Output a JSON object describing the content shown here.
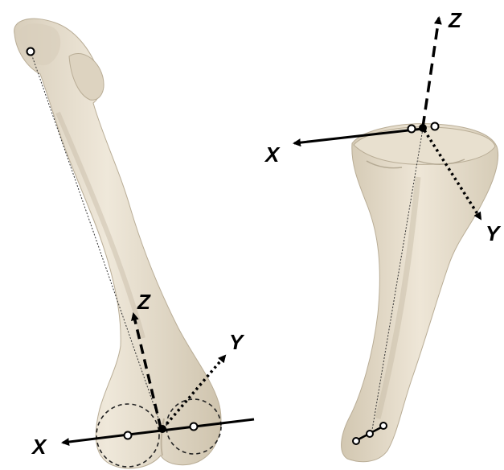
{
  "bones": [
    {
      "name": "femur",
      "axes": {
        "x_label": "X",
        "y_label": "Y",
        "z_label": "Z"
      }
    },
    {
      "name": "tibia",
      "axes": {
        "x_label": "X",
        "y_label": "Y",
        "z_label": "Z"
      }
    }
  ],
  "colors": {
    "bone_fill": "#e9e1d1",
    "bone_shadow": "#c8bda8",
    "bone_dark": "#a89c86",
    "axis": "#000000",
    "background": "#ffffff"
  }
}
